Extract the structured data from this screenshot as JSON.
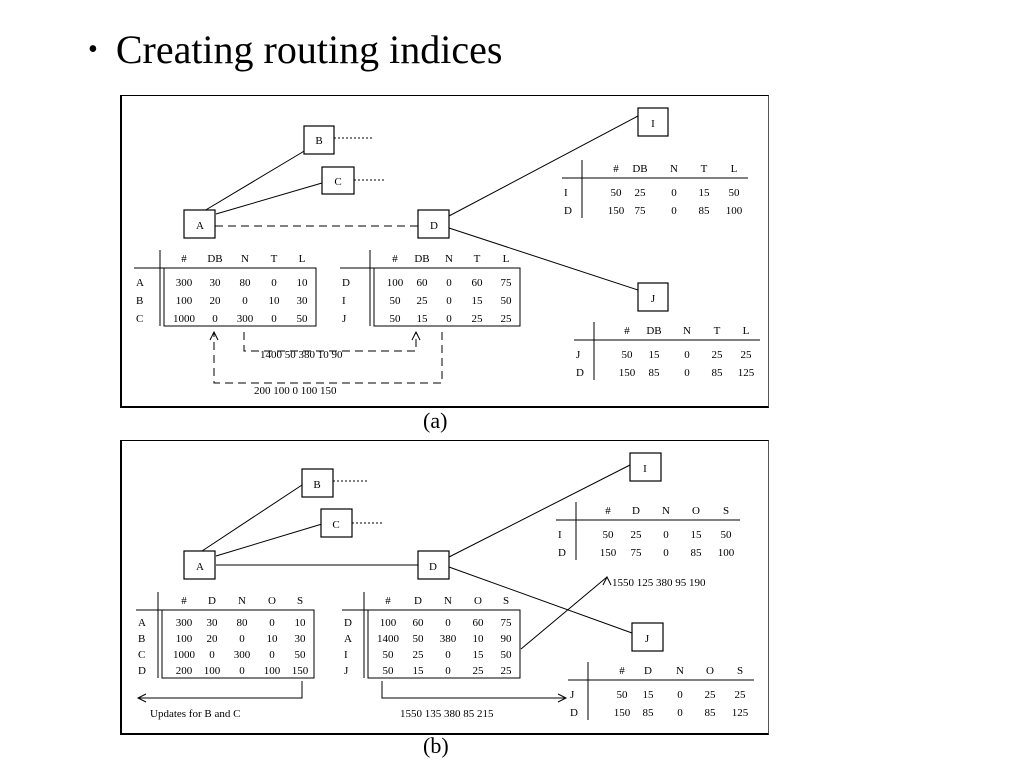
{
  "slide": {
    "bullet": "•",
    "title": "Creating routing indices"
  },
  "diagram_a": {
    "caption": "(a)",
    "nodes": {
      "A": "A",
      "B": "B",
      "C": "C",
      "D": "D",
      "I": "I",
      "J": "J"
    },
    "table_A": {
      "headers": [
        "#",
        "DB",
        "N",
        "T",
        "L"
      ],
      "rows": [
        {
          "key": "A",
          "vals": [
            "300",
            "30",
            "80",
            "0",
            "10"
          ]
        },
        {
          "key": "B",
          "vals": [
            "100",
            "20",
            "0",
            "10",
            "30"
          ]
        },
        {
          "key": "C",
          "vals": [
            "1000",
            "0",
            "300",
            "0",
            "50"
          ]
        }
      ]
    },
    "table_D": {
      "headers": [
        "#",
        "DB",
        "N",
        "T",
        "L"
      ],
      "rows": [
        {
          "key": "D",
          "vals": [
            "100",
            "60",
            "0",
            "60",
            "75"
          ]
        },
        {
          "key": "I",
          "vals": [
            "50",
            "25",
            "0",
            "15",
            "50"
          ]
        },
        {
          "key": "J",
          "vals": [
            "50",
            "15",
            "0",
            "25",
            "25"
          ]
        }
      ]
    },
    "table_I": {
      "headers": [
        "#",
        "DB",
        "N",
        "T",
        "L"
      ],
      "rows": [
        {
          "key": "I",
          "vals": [
            "50",
            "25",
            "0",
            "15",
            "50"
          ]
        },
        {
          "key": "D",
          "vals": [
            "150",
            "75",
            "0",
            "85",
            "100"
          ]
        }
      ]
    },
    "table_J": {
      "headers": [
        "#",
        "DB",
        "N",
        "T",
        "L"
      ],
      "rows": [
        {
          "key": "J",
          "vals": [
            "50",
            "15",
            "0",
            "25",
            "25"
          ]
        },
        {
          "key": "D",
          "vals": [
            "150",
            "85",
            "0",
            "85",
            "125"
          ]
        }
      ]
    },
    "msg_to_D": "1400  50  380  10  90",
    "msg_to_A": "200  100  0  100  150"
  },
  "diagram_b": {
    "caption": "(b)",
    "nodes": {
      "A": "A",
      "B": "B",
      "C": "C",
      "D": "D",
      "I": "I",
      "J": "J"
    },
    "table_A": {
      "headers": [
        "#",
        "D",
        "N",
        "O",
        "S"
      ],
      "rows": [
        {
          "key": "A",
          "vals": [
            "300",
            "30",
            "80",
            "0",
            "10"
          ]
        },
        {
          "key": "B",
          "vals": [
            "100",
            "20",
            "0",
            "10",
            "30"
          ]
        },
        {
          "key": "C",
          "vals": [
            "1000",
            "0",
            "300",
            "0",
            "50"
          ]
        },
        {
          "key": "D",
          "vals": [
            "200",
            "100",
            "0",
            "100",
            "150"
          ]
        }
      ]
    },
    "table_D": {
      "headers": [
        "#",
        "D",
        "N",
        "O",
        "S"
      ],
      "rows": [
        {
          "key": "D",
          "vals": [
            "100",
            "60",
            "0",
            "60",
            "75"
          ]
        },
        {
          "key": "A",
          "vals": [
            "1400",
            "50",
            "380",
            "10",
            "90"
          ]
        },
        {
          "key": "I",
          "vals": [
            "50",
            "25",
            "0",
            "15",
            "50"
          ]
        },
        {
          "key": "J",
          "vals": [
            "50",
            "15",
            "0",
            "25",
            "25"
          ]
        }
      ]
    },
    "table_I": {
      "headers": [
        "#",
        "D",
        "N",
        "O",
        "S"
      ],
      "rows": [
        {
          "key": "I",
          "vals": [
            "50",
            "25",
            "0",
            "15",
            "50"
          ]
        },
        {
          "key": "D",
          "vals": [
            "150",
            "75",
            "0",
            "85",
            "100"
          ]
        }
      ]
    },
    "table_J": {
      "headers": [
        "#",
        "D",
        "N",
        "O",
        "S"
      ],
      "rows": [
        {
          "key": "J",
          "vals": [
            "50",
            "15",
            "0",
            "25",
            "25"
          ]
        },
        {
          "key": "D",
          "vals": [
            "150",
            "85",
            "0",
            "85",
            "125"
          ]
        }
      ]
    },
    "msg_to_I": "1550  125  380  95  190",
    "msg_to_J": "1550  135  380  85  215",
    "updates_label": "Updates for B and C"
  }
}
